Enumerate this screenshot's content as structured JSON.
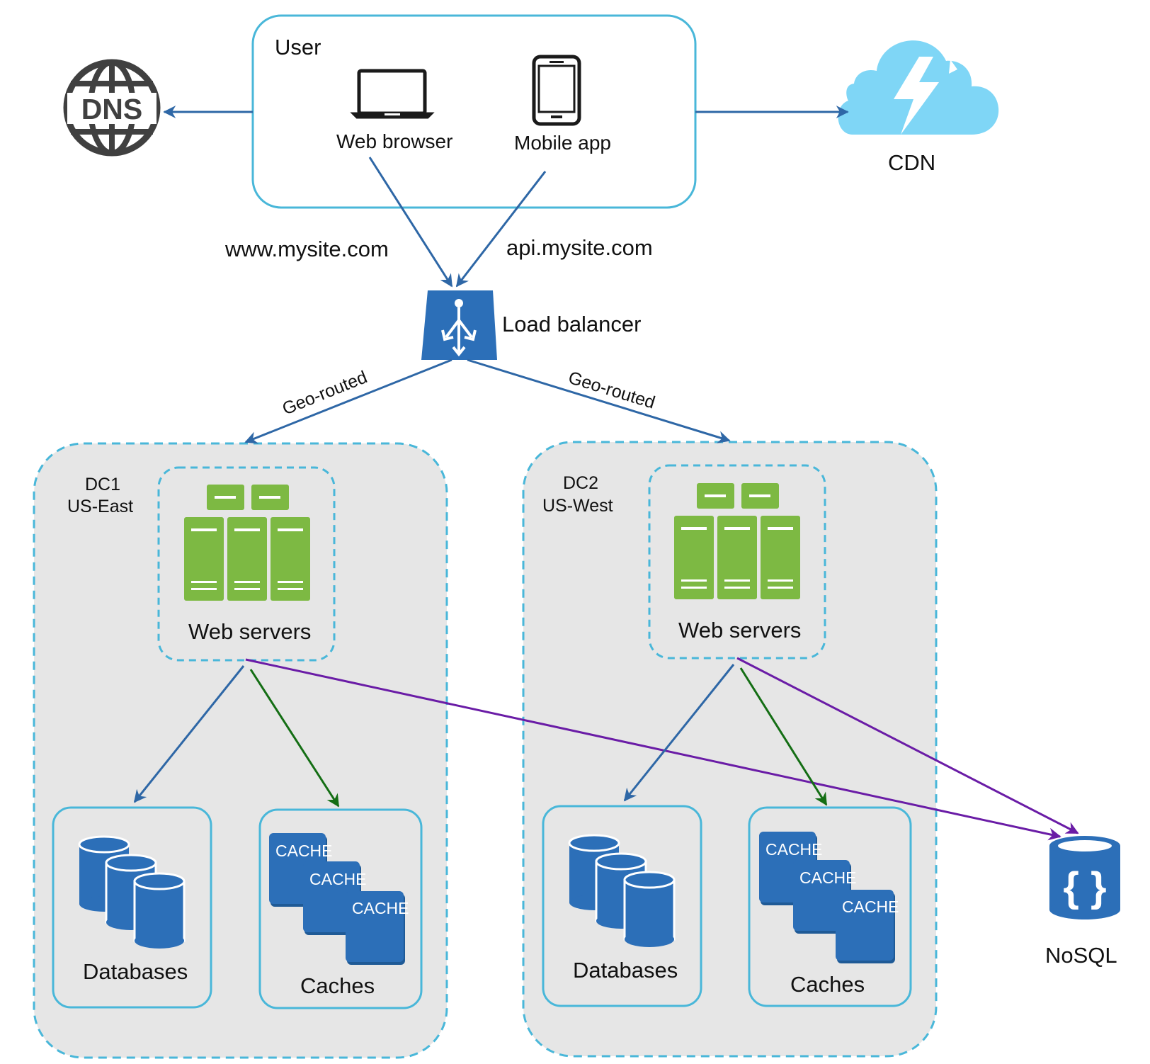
{
  "user": {
    "title": "User",
    "browser_label": "Web browser",
    "mobile_label": "Mobile app"
  },
  "dns": {
    "label": "DNS"
  },
  "cdn": {
    "label": "CDN"
  },
  "domains": {
    "web": "www.mysite.com",
    "api": "api.mysite.com"
  },
  "load_balancer": {
    "label": "Load balancer"
  },
  "routing": {
    "left": "Geo-routed",
    "right": "Geo-routed"
  },
  "dc1": {
    "name": "DC1",
    "region": "US-East",
    "web_servers": "Web servers",
    "databases": "Databases",
    "caches": "Caches"
  },
  "dc2": {
    "name": "DC2",
    "region": "US-West",
    "web_servers": "Web servers",
    "databases": "Databases",
    "caches": "Caches"
  },
  "cache_word": "CACHE",
  "nosql": {
    "label": "NoSQL"
  },
  "colors": {
    "box_border": "#49b7d9",
    "dc_fill": "#e6e6e6",
    "arrow_blue": "#2e67a6",
    "arrow_green": "#146e14",
    "arrow_purple": "#6a1ca6",
    "server_green": "#7db943",
    "icon_blue": "#2c6fb8",
    "cdn_cloud": "#7fd6f6",
    "dns_gray": "#404040"
  }
}
